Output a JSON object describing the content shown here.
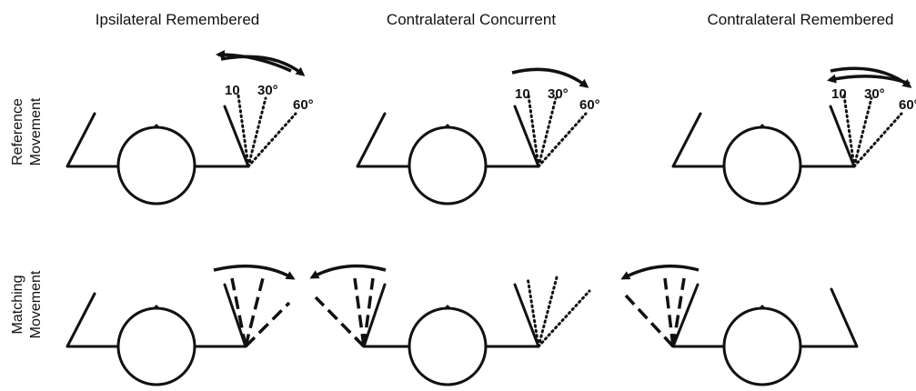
{
  "columns": [
    {
      "title": "Ipsilateral Remembered"
    },
    {
      "title": "Contralateral Concurrent"
    },
    {
      "title": "Contralateral Remembered"
    }
  ],
  "rows": [
    {
      "label_line1": "Reference",
      "label_line2": "Movement"
    },
    {
      "label_line1": "Matching",
      "label_line2": "Movement"
    }
  ],
  "angles": [
    "10",
    "30°",
    "60°"
  ]
}
